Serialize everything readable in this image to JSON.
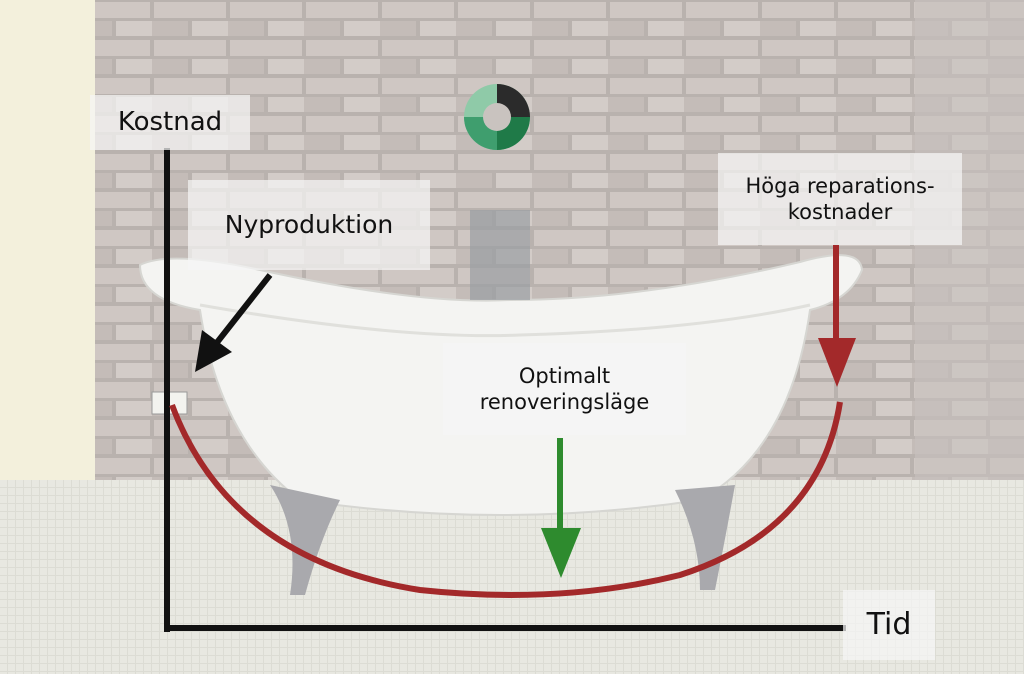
{
  "diagram": {
    "y_axis_label": "Kostnad",
    "x_axis_label": "Tid",
    "annotations": {
      "new_build": "Nyproduktion",
      "high_repair_line1": "Höga reparations-",
      "high_repair_line2": "kostnader",
      "optimal_line1": "Optimalt",
      "optimal_line2": "renoveringsläge"
    },
    "colors": {
      "curve": "#a3292a",
      "optimal_arrow": "#2e8b2e",
      "axis": "#111111",
      "logo_dark": "#2b2b2b",
      "logo_green": "#3f9e6e"
    },
    "icons": {
      "logo": "puzzle-circle-logo"
    }
  }
}
